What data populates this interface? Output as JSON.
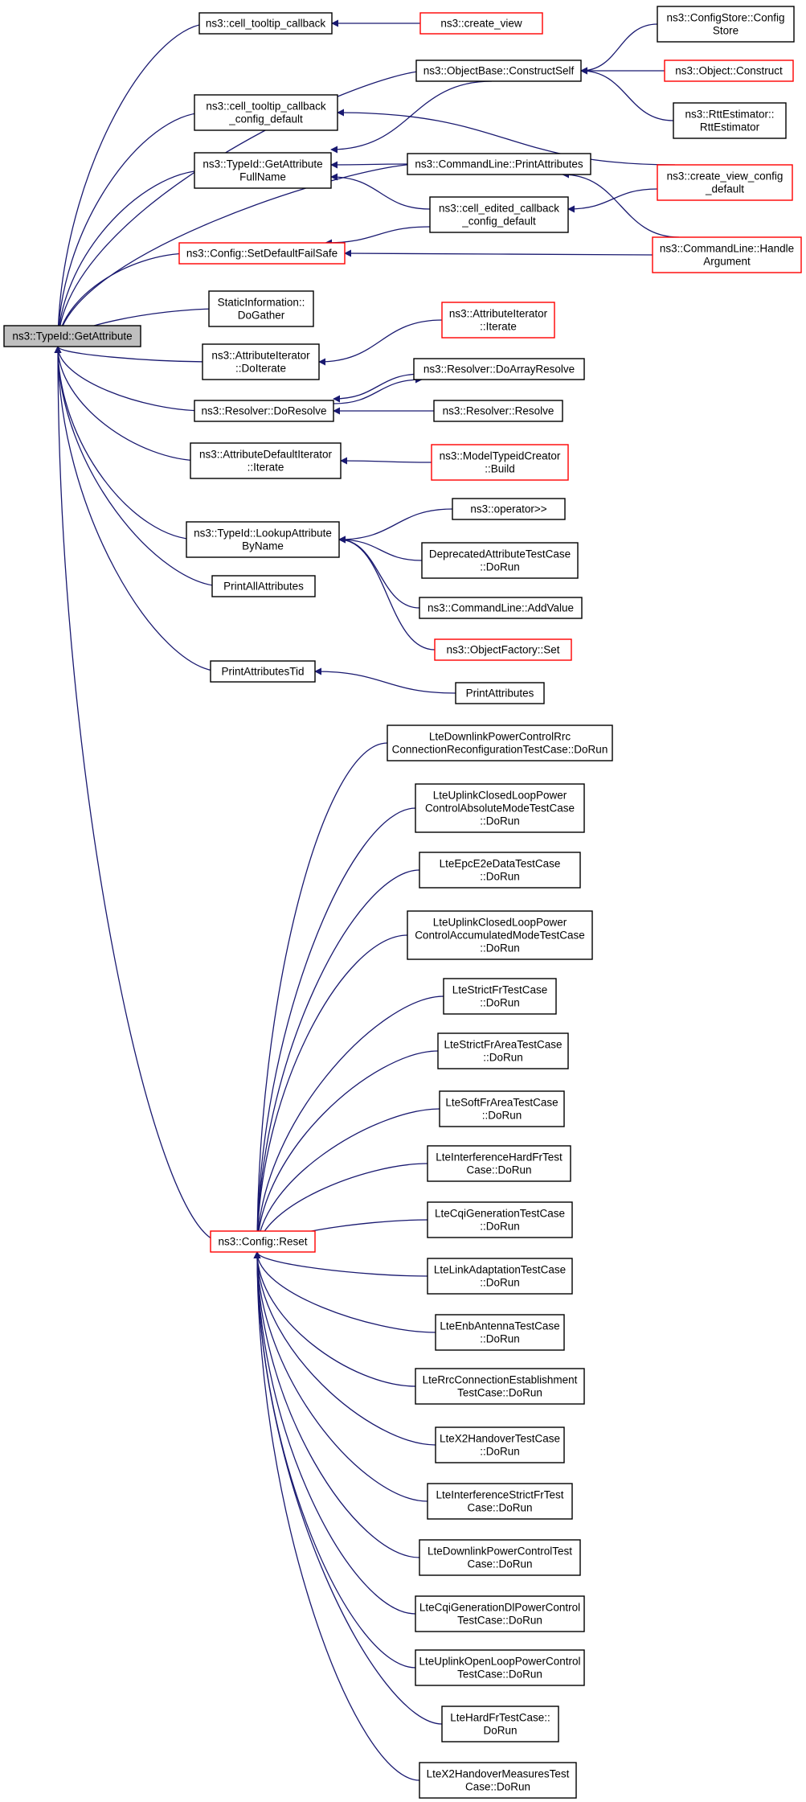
{
  "colors": {
    "root_fill": "#bfbfbf",
    "node_fill": "#ffffff",
    "border_normal": "#000000",
    "border_truncated": "#ff0000",
    "edge": "#191970"
  },
  "nodes": [
    {
      "id": "root",
      "label": [
        "ns3::TypeId::GetAttribute"
      ],
      "kind": "root"
    },
    {
      "id": "n1",
      "label": [
        "ns3::cell_tooltip_callback"
      ],
      "kind": "normal"
    },
    {
      "id": "n2",
      "label": [
        "ns3::create_view"
      ],
      "kind": "truncated"
    },
    {
      "id": "n3",
      "label": [
        "ns3::ObjectBase::ConstructSelf"
      ],
      "kind": "normal"
    },
    {
      "id": "n4",
      "label": [
        "ns3::ConfigStore::Config",
        "Store"
      ],
      "kind": "normal"
    },
    {
      "id": "n5",
      "label": [
        "ns3::Object::Construct"
      ],
      "kind": "truncated"
    },
    {
      "id": "n6",
      "label": [
        "ns3::RttEstimator::",
        "RttEstimator"
      ],
      "kind": "normal"
    },
    {
      "id": "n7",
      "label": [
        "ns3::cell_tooltip_callback",
        "_config_default"
      ],
      "kind": "normal"
    },
    {
      "id": "n8",
      "label": [
        "ns3::create_view_config",
        "_default"
      ],
      "kind": "truncated"
    },
    {
      "id": "n9",
      "label": [
        "ns3::TypeId::GetAttribute",
        "FullName"
      ],
      "kind": "normal"
    },
    {
      "id": "n10",
      "label": [
        "ns3::CommandLine::PrintAttributes"
      ],
      "kind": "normal"
    },
    {
      "id": "n11",
      "label": [
        "ns3::cell_edited_callback",
        "_config_default"
      ],
      "kind": "normal"
    },
    {
      "id": "n12",
      "label": [
        "ns3::Config::SetDefaultFailSafe"
      ],
      "kind": "truncated"
    },
    {
      "id": "n13",
      "label": [
        "ns3::CommandLine::Handle",
        "Argument"
      ],
      "kind": "truncated"
    },
    {
      "id": "n14",
      "label": [
        "StaticInformation::",
        "DoGather"
      ],
      "kind": "normal"
    },
    {
      "id": "n15",
      "label": [
        "ns3::AttributeIterator",
        "::DoIterate"
      ],
      "kind": "normal"
    },
    {
      "id": "n16",
      "label": [
        "ns3::AttributeIterator",
        "::Iterate"
      ],
      "kind": "truncated"
    },
    {
      "id": "n17",
      "label": [
        "ns3::Resolver::DoResolve"
      ],
      "kind": "normal"
    },
    {
      "id": "n18",
      "label": [
        "ns3::Resolver::DoArrayResolve"
      ],
      "kind": "normal"
    },
    {
      "id": "n19",
      "label": [
        "ns3::Resolver::Resolve"
      ],
      "kind": "normal"
    },
    {
      "id": "n20",
      "label": [
        "ns3::AttributeDefaultIterator",
        "::Iterate"
      ],
      "kind": "normal"
    },
    {
      "id": "n21",
      "label": [
        "ns3::ModelTypeidCreator",
        "::Build"
      ],
      "kind": "truncated"
    },
    {
      "id": "n22",
      "label": [
        "ns3::TypeId::LookupAttribute",
        "ByName"
      ],
      "kind": "normal"
    },
    {
      "id": "n23",
      "label": [
        "ns3::operator>>"
      ],
      "kind": "normal"
    },
    {
      "id": "n24",
      "label": [
        "DeprecatedAttributeTestCase",
        "::DoRun"
      ],
      "kind": "normal"
    },
    {
      "id": "n25",
      "label": [
        "ns3::CommandLine::AddValue"
      ],
      "kind": "normal"
    },
    {
      "id": "n26",
      "label": [
        "ns3::ObjectFactory::Set"
      ],
      "kind": "truncated"
    },
    {
      "id": "n27",
      "label": [
        "PrintAllAttributes"
      ],
      "kind": "normal"
    },
    {
      "id": "n28",
      "label": [
        "PrintAttributesTid"
      ],
      "kind": "normal"
    },
    {
      "id": "n29",
      "label": [
        "PrintAttributes"
      ],
      "kind": "normal"
    },
    {
      "id": "n30",
      "label": [
        "ns3::Config::Reset"
      ],
      "kind": "truncated"
    },
    {
      "id": "l1",
      "label": [
        "LteDownlinkPowerControlRrc",
        "ConnectionReconfigurationTestCase::DoRun"
      ],
      "kind": "normal"
    },
    {
      "id": "l2",
      "label": [
        "LteUplinkClosedLoopPower",
        "ControlAbsoluteModeTestCase",
        "::DoRun"
      ],
      "kind": "normal"
    },
    {
      "id": "l3",
      "label": [
        "LteEpcE2eDataTestCase",
        "::DoRun"
      ],
      "kind": "normal"
    },
    {
      "id": "l4",
      "label": [
        "LteUplinkClosedLoopPower",
        "ControlAccumulatedModeTestCase",
        "::DoRun"
      ],
      "kind": "normal"
    },
    {
      "id": "l5",
      "label": [
        "LteStrictFrTestCase",
        "::DoRun"
      ],
      "kind": "normal"
    },
    {
      "id": "l6",
      "label": [
        "LteStrictFrAreaTestCase",
        "::DoRun"
      ],
      "kind": "normal"
    },
    {
      "id": "l7",
      "label": [
        "LteSoftFrAreaTestCase",
        "::DoRun"
      ],
      "kind": "normal"
    },
    {
      "id": "l8",
      "label": [
        "LteInterferenceHardFrTest",
        "Case::DoRun"
      ],
      "kind": "normal"
    },
    {
      "id": "l9",
      "label": [
        "LteCqiGenerationTestCase",
        "::DoRun"
      ],
      "kind": "normal"
    },
    {
      "id": "l10",
      "label": [
        "LteLinkAdaptationTestCase",
        "::DoRun"
      ],
      "kind": "normal"
    },
    {
      "id": "l11",
      "label": [
        "LteEnbAntennaTestCase",
        "::DoRun"
      ],
      "kind": "normal"
    },
    {
      "id": "l12",
      "label": [
        "LteRrcConnectionEstablishment",
        "TestCase::DoRun"
      ],
      "kind": "normal"
    },
    {
      "id": "l13",
      "label": [
        "LteX2HandoverTestCase",
        "::DoRun"
      ],
      "kind": "normal"
    },
    {
      "id": "l14",
      "label": [
        "LteInterferenceStrictFrTest",
        "Case::DoRun"
      ],
      "kind": "normal"
    },
    {
      "id": "l15",
      "label": [
        "LteDownlinkPowerControlTest",
        "Case::DoRun"
      ],
      "kind": "normal"
    },
    {
      "id": "l16",
      "label": [
        "LteCqiGenerationDlPowerControl",
        "TestCase::DoRun"
      ],
      "kind": "normal"
    },
    {
      "id": "l17",
      "label": [
        "LteUplinkOpenLoopPowerControl",
        "TestCase::DoRun"
      ],
      "kind": "normal"
    },
    {
      "id": "l18",
      "label": [
        "LteHardFrTestCase::",
        "DoRun"
      ],
      "kind": "normal"
    },
    {
      "id": "l19",
      "label": [
        "LteX2HandoverMeasuresTest",
        "Case::DoRun"
      ],
      "kind": "normal"
    }
  ],
  "edges": [
    {
      "from": "n1",
      "to": "root"
    },
    {
      "from": "n3",
      "to": "root"
    },
    {
      "from": "n7",
      "to": "root"
    },
    {
      "from": "n9",
      "to": "root"
    },
    {
      "from": "n10",
      "to": "root"
    },
    {
      "from": "n12",
      "to": "root"
    },
    {
      "from": "n14",
      "to": "root"
    },
    {
      "from": "n15",
      "to": "root"
    },
    {
      "from": "n17",
      "to": "root"
    },
    {
      "from": "n20",
      "to": "root"
    },
    {
      "from": "n22",
      "to": "root"
    },
    {
      "from": "n27",
      "to": "root"
    },
    {
      "from": "n28",
      "to": "root"
    },
    {
      "from": "n30",
      "to": "root"
    },
    {
      "from": "n2",
      "to": "n1"
    },
    {
      "from": "n4",
      "to": "n3"
    },
    {
      "from": "n5",
      "to": "n3"
    },
    {
      "from": "n6",
      "to": "n3"
    },
    {
      "from": "n9",
      "to": "n3"
    },
    {
      "from": "n8",
      "to": "n7"
    },
    {
      "from": "n10",
      "to": "n9"
    },
    {
      "from": "n11",
      "to": "n9"
    },
    {
      "from": "n13",
      "to": "n10"
    },
    {
      "from": "n8",
      "to": "n11"
    },
    {
      "from": "n11",
      "to": "n12"
    },
    {
      "from": "n13",
      "to": "n12"
    },
    {
      "from": "n16",
      "to": "n15"
    },
    {
      "from": "n18",
      "to": "n17"
    },
    {
      "from": "n19",
      "to": "n17"
    },
    {
      "from": "n17",
      "to": "n18"
    },
    {
      "from": "n21",
      "to": "n20"
    },
    {
      "from": "n23",
      "to": "n22"
    },
    {
      "from": "n24",
      "to": "n22"
    },
    {
      "from": "n25",
      "to": "n22"
    },
    {
      "from": "n26",
      "to": "n22"
    },
    {
      "from": "n29",
      "to": "n28"
    },
    {
      "from": "l1",
      "to": "n30"
    },
    {
      "from": "l2",
      "to": "n30"
    },
    {
      "from": "l3",
      "to": "n30"
    },
    {
      "from": "l4",
      "to": "n30"
    },
    {
      "from": "l5",
      "to": "n30"
    },
    {
      "from": "l6",
      "to": "n30"
    },
    {
      "from": "l7",
      "to": "n30"
    },
    {
      "from": "l8",
      "to": "n30"
    },
    {
      "from": "l9",
      "to": "n30"
    },
    {
      "from": "l10",
      "to": "n30"
    },
    {
      "from": "l11",
      "to": "n30"
    },
    {
      "from": "l12",
      "to": "n30"
    },
    {
      "from": "l13",
      "to": "n30"
    },
    {
      "from": "l14",
      "to": "n30"
    },
    {
      "from": "l15",
      "to": "n30"
    },
    {
      "from": "l16",
      "to": "n30"
    },
    {
      "from": "l17",
      "to": "n30"
    },
    {
      "from": "l18",
      "to": "n30"
    },
    {
      "from": "l19",
      "to": "n30"
    }
  ]
}
